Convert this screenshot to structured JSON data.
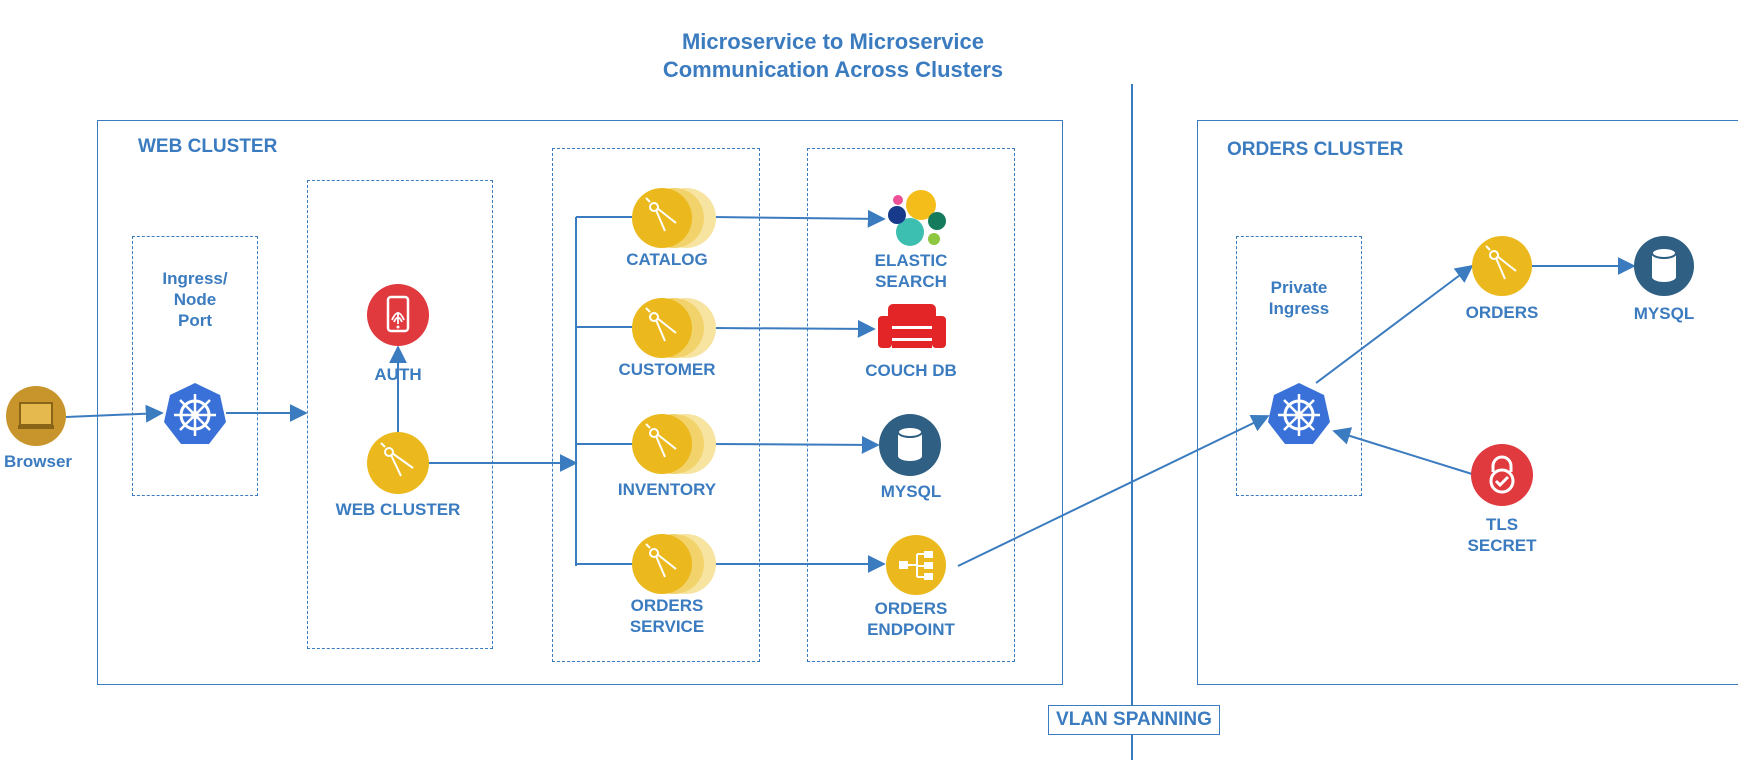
{
  "title": {
    "line1": "Microservice to Microservice",
    "line2": "Communication Across Clusters"
  },
  "clusters": {
    "web": "WEB CLUSTER",
    "orders": "ORDERS CLUSTER"
  },
  "vlan": "VLAN SPANNING",
  "nodes": {
    "browser": "Browser",
    "ingress": "Ingress/\nNode\nPort",
    "auth": "AUTH",
    "web_cluster": "WEB CLUSTER",
    "catalog": "CATALOG",
    "customer": "CUSTOMER",
    "inventory": "INVENTORY",
    "orders_service": "ORDERS\nSERVICE",
    "elastic_search": "ELASTIC\nSEARCH",
    "couch_db": "COUCH DB",
    "mysql_web": "MYSQL",
    "orders_endpoint": "ORDERS\nENDPOINT",
    "private_ingress": "Private\nIngress",
    "orders": "ORDERS",
    "mysql_orders": "MYSQL",
    "tls_secret": "TLS\nSECRET"
  },
  "icons": {
    "browser": "monitor-icon",
    "kubernetes": "kubernetes-helm-icon",
    "auth": "fingerprint-phone-icon",
    "microservice": "compass-microservice-icon",
    "elastic": "elastic-search-icon",
    "couch": "couch-db-icon",
    "mysql": "database-cylinder-icon",
    "endpoint": "hierarchy-endpoint-icon",
    "tls": "lock-check-icon"
  },
  "colors": {
    "accent_blue": "#3b7bbf",
    "service_yellow": "#ebb91d",
    "service_yellow_light": "#f7e4a1",
    "kube_blue": "#3971d9",
    "auth_red": "#e03a3e",
    "couch_red": "#e42528",
    "db_navy": "#2f5f83",
    "browser_gold": "#c8952c"
  }
}
